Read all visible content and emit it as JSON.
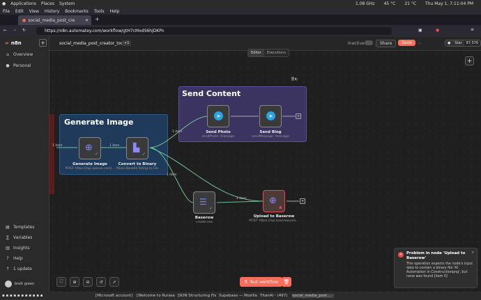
{
  "os_bar": {
    "applications": "Applications",
    "places": "Places",
    "system": "System",
    "cpu": "1.08 GHz",
    "temp": "45 °C",
    "weather": "21 °C",
    "clock": "Thu May 1, 7:11:04 PM"
  },
  "menu": [
    "File",
    "Edit",
    "View",
    "History",
    "Bookmarks",
    "Tools",
    "Help"
  ],
  "browser": {
    "tab_title": "social_media_post_cre",
    "url": "https://n8n.automatey.com/workflow/gtH7cMxdS6hjDKPn"
  },
  "sidebar": {
    "logo": "n8n",
    "items": [
      {
        "label": "Overview",
        "icon": "home-icon"
      },
      {
        "label": "Personal",
        "icon": "user-icon"
      }
    ],
    "bottom_items": [
      {
        "label": "Templates",
        "icon": "templates-icon"
      },
      {
        "label": "Variables",
        "icon": "variables-icon"
      },
      {
        "label": "Insights",
        "icon": "insights-icon"
      },
      {
        "label": "Help",
        "icon": "help-icon"
      },
      {
        "label": "1 update",
        "icon": "update-icon"
      }
    ],
    "user": "brett green"
  },
  "header": {
    "workflow_name": "social_media_post_creator_tool",
    "tag_count": "+1",
    "status": "Inactive",
    "share": "Share",
    "save": "Save",
    "star": "Star",
    "star_count": "87,576",
    "tab_editor": "Editor",
    "tab_executions": "Executions"
  },
  "canvas": {
    "group_generate": "Generate Image",
    "group_send": "Send Content",
    "nodes": {
      "generate_image": {
        "label": "Generate Image",
        "sub": "POST: https://api.openai.com/..."
      },
      "convert_binary": {
        "label": "Convert to Binary",
        "sub": "Move Base64 String to File"
      },
      "send_photo": {
        "label": "Send Photo",
        "sub": "sendPhoto: message"
      },
      "send_blog": {
        "label": "Send Blog",
        "sub": "sendMessage: message"
      },
      "baserow": {
        "label": "Baserow",
        "sub": "create:row"
      },
      "upload_baserow": {
        "label": "Upload to Baserow",
        "sub": "POST: https://api.baserow.io/a..."
      }
    },
    "edge_labels": {
      "e1": "1 item",
      "e2": "1 item",
      "e3": "1 item",
      "e4": "1 item",
      "e5": "1 item"
    },
    "test_workflow": "Test workflow"
  },
  "toast": {
    "title": "Problem in node 'Upload to Baserow'",
    "body": "This operation expects the node's input data to contain a binary file 'AI Automation in Constructionpng', but none was found [item 0]"
  },
  "taskbar": [
    "[Microsoft account] H...",
    "[Welcome to Runway ...",
    "JSON Structuring Fix ...",
    "Supabase — Mozilla F...",
    "TitanAI - (497)",
    "social_media_post..."
  ],
  "colors": {
    "accent": "#ff6d5a",
    "group_generate": "#1f3a5a",
    "group_send": "#3b3460",
    "edge": "#6dc290",
    "error": "#e84a4a"
  }
}
